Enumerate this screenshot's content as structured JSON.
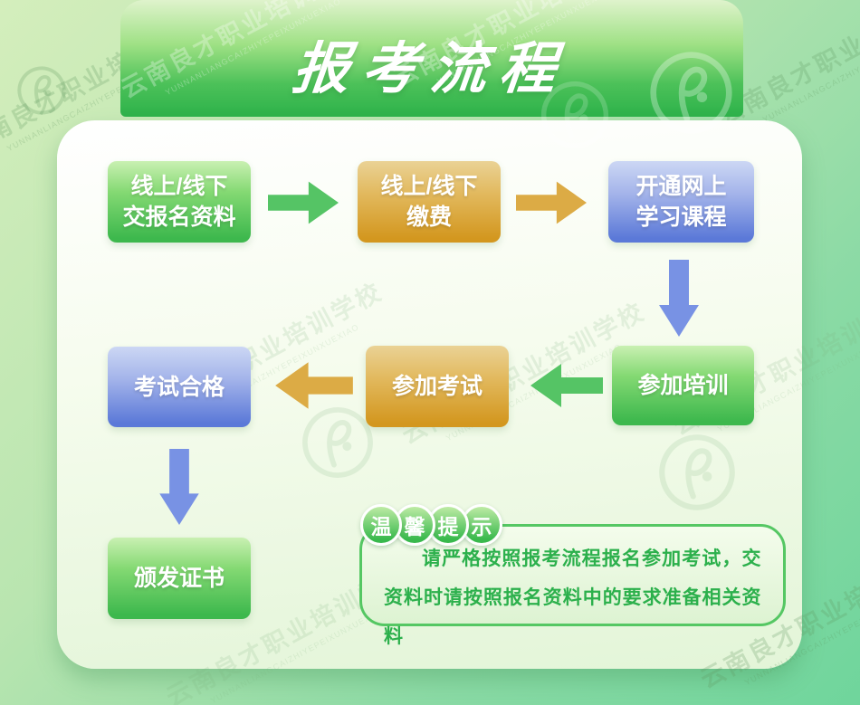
{
  "title": "报考流程",
  "flow": {
    "boxes": [
      {
        "label_lines": [
          "线上/线下",
          "交报名资料"
        ],
        "color": "green"
      },
      {
        "label_lines": [
          "线上/线下",
          "缴费"
        ],
        "color": "orange"
      },
      {
        "label_lines": [
          "开通网上",
          "学习课程"
        ],
        "color": "blue"
      },
      {
        "label_lines": [
          "参加培训"
        ],
        "color": "green"
      },
      {
        "label_lines": [
          "参加考试"
        ],
        "color": "orange"
      },
      {
        "label_lines": [
          "考试合格"
        ],
        "color": "blue"
      },
      {
        "label_lines": [
          "颁发证书"
        ],
        "color": "green"
      }
    ]
  },
  "tip": {
    "badge_chars": [
      "温",
      "馨",
      "提",
      "示"
    ],
    "text": "请严格按照报考流程报名参加考试，交资料时请按照报名资料中的要求准备相关资料"
  },
  "watermark": {
    "cn": "云南良才职业培训学校",
    "en": "YUNNANLIANGCAIZHIYEPEIXUNXUEXIAO"
  },
  "colors": {
    "bg_tl": "#d4eebc",
    "bg_br": "#6fd59c",
    "banner_top": "#dff3cc",
    "banner_mid": "#9fe185",
    "banner_bottom": "#2db24a",
    "card_top": "#ffffff",
    "card_bottom": "#e3f5d8",
    "green_box_top": "#c9f0b2",
    "green_box_bottom": "#3db84d",
    "orange_box_top": "#ead295",
    "orange_box_bottom": "#d3971f",
    "blue_box_top": "#ccd7f4",
    "blue_box_bottom": "#5b79d8",
    "green_arrow": "#55c465",
    "orange_arrow": "#dcab45",
    "blue_arrow": "#7892e4",
    "tip_border": "#55c763",
    "tip_text": "#2cb04c",
    "tip_circle_top": "#bdeba4",
    "tip_circle_bottom": "#39b94d",
    "box_text": "#ffffff",
    "title_text": "#ffffff"
  }
}
